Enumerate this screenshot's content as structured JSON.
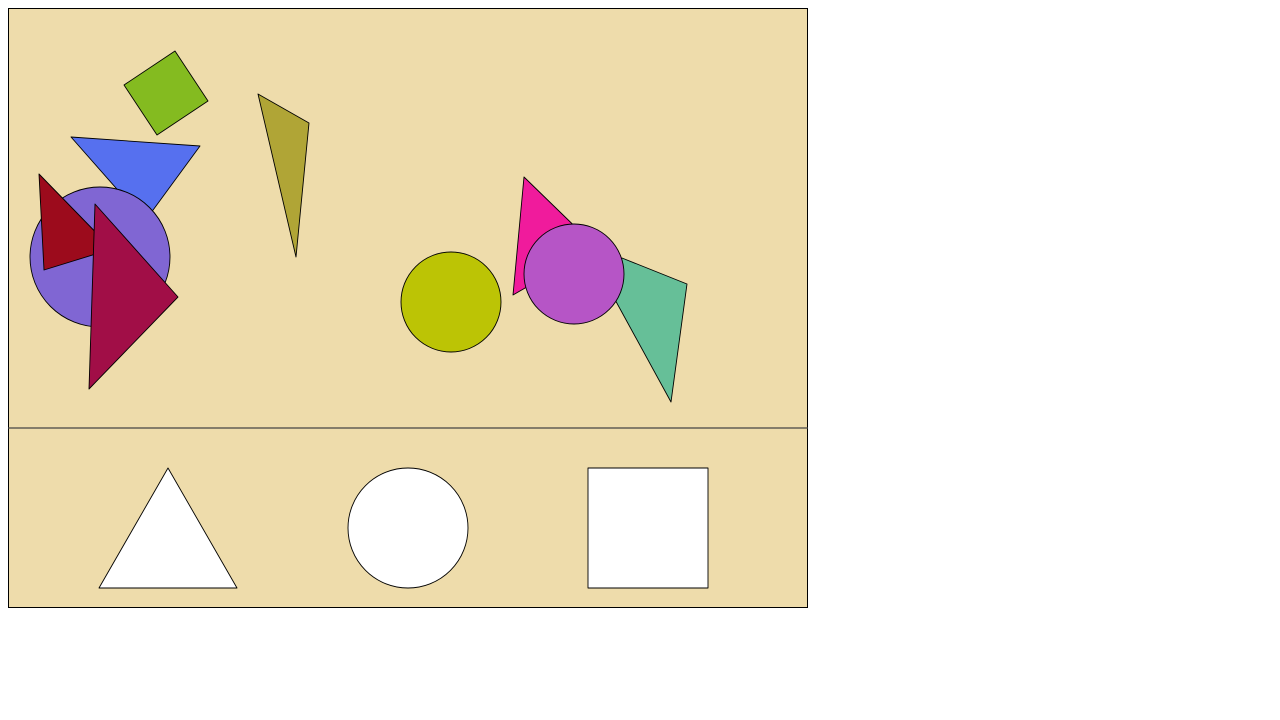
{
  "colors": {
    "page_background": "#ffffff",
    "board_background": "#eedcab",
    "board_border": "#000000",
    "divider": "#444444",
    "target_fill": "#ffffff",
    "shape_outline": "#000000"
  },
  "loose_shapes": [
    {
      "name": "green-square",
      "kind": "square",
      "fill": "#84bb20"
    },
    {
      "name": "blue-triangle",
      "kind": "triangle",
      "fill": "#5670ef"
    },
    {
      "name": "olive-triangle",
      "kind": "triangle",
      "fill": "#b0a536"
    },
    {
      "name": "purple-circle",
      "kind": "circle",
      "fill": "#8066d3"
    },
    {
      "name": "dark-red-triangle",
      "kind": "triangle",
      "fill": "#9c0b1c"
    },
    {
      "name": "crimson-triangle",
      "kind": "triangle",
      "fill": "#a10e47"
    },
    {
      "name": "yellow-green-circle",
      "kind": "circle",
      "fill": "#bcc405"
    },
    {
      "name": "pink-triangle",
      "kind": "triangle",
      "fill": "#f01b9c"
    },
    {
      "name": "teal-quadrilateral",
      "kind": "quadrilateral",
      "fill": "#66bf98"
    },
    {
      "name": "magenta-circle",
      "kind": "circle",
      "fill": "#b655c6"
    }
  ],
  "targets": [
    {
      "name": "triangle-target",
      "kind": "triangle"
    },
    {
      "name": "circle-target",
      "kind": "circle"
    },
    {
      "name": "square-target",
      "kind": "square"
    }
  ]
}
